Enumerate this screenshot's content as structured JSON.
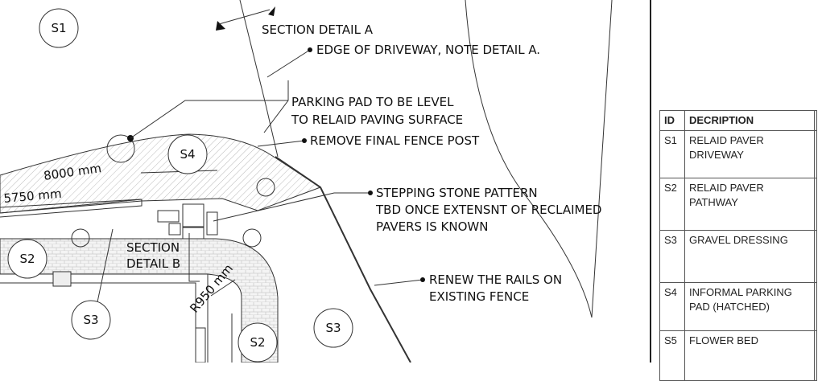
{
  "annotations": {
    "section_a": "SECTION DETAIL A",
    "edge_driveway": "EDGE OF DRIVEWAY, NOTE DETAIL A.",
    "parking_pad_1": "PARKING PAD TO BE LEVEL",
    "parking_pad_2": "TO RELAID PAVING SURFACE",
    "remove_post": "REMOVE FINAL FENCE POST",
    "stepping_1": "STEPPING STONE PATTERN",
    "stepping_2": "TBD ONCE EXTENSNT OF RECLAIMED",
    "stepping_3": "PAVERS IS KNOWN",
    "section_b_1": "SECTION",
    "section_b_2": "DETAIL B",
    "renew_1": "RENEW THE RAILS ON",
    "renew_2": "EXISTING FENCE",
    "dim_8000": "8000 mm",
    "dim_5750": "5750 mm",
    "dim_r950": "R950 mm"
  },
  "tags": {
    "s1": "S1",
    "s2a": "S2",
    "s2b": "S2",
    "s3a": "S3",
    "s3b": "S3",
    "s4": "S4"
  },
  "legend": {
    "headers": [
      "ID",
      "DECRIPTION"
    ],
    "rows": [
      {
        "id": "S1",
        "desc": "RELAID PAVER DRIVEWAY"
      },
      {
        "id": "S2",
        "desc": "RELAID PAVER PATHWAY"
      },
      {
        "id": "S3",
        "desc": "GRAVEL DRESSING"
      },
      {
        "id": "S4",
        "desc": "INFORMAL PARKING PAD (HATCHED)"
      },
      {
        "id": "S5",
        "desc": "FLOWER BED"
      }
    ]
  }
}
